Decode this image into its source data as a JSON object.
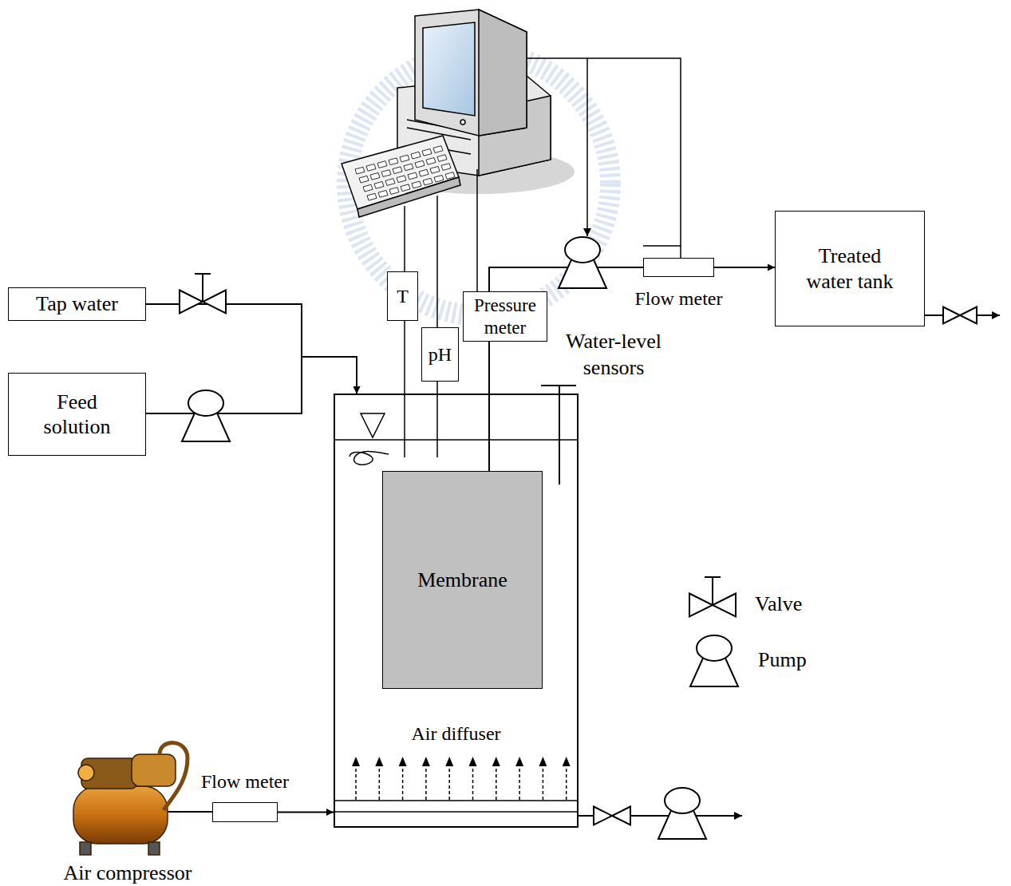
{
  "diagram": {
    "nodes": [
      {
        "text": [
          "Tap water"
        ]
      },
      {
        "text": [
          "Feed solution"
        ]
      },
      {
        "text": [
          "T"
        ]
      },
      {
        "text": [
          "pH"
        ]
      },
      {
        "text": [
          "Pressure meter"
        ]
      },
      {
        "text": [
          "Flow meter"
        ]
      },
      {
        "text": [
          "Treated water tank"
        ]
      },
      {
        "text": [
          "Air diffuser"
        ]
      },
      {
        "text": [
          "Membrane"
        ],
        "in": 7
      },
      {
        "text": [
          "Flow meter"
        ]
      }
    ],
    "edges": [
      {
        "from": 0,
        "to": 7,
        "arrow": "to"
      },
      {
        "from": 1,
        "to": 7,
        "arrow": "to"
      },
      {
        "from": 8,
        "to": 5,
        "arrow": "none"
      },
      {
        "from": 5,
        "to": 6,
        "arrow": "to"
      },
      {
        "from": 9,
        "to": 7,
        "arrow": "to"
      }
    ],
    "labels": [
      "Water-level sensors",
      "Air compressor"
    ],
    "legend": [
      {
        "text": "Valve"
      },
      {
        "text": "Pump"
      }
    ]
  }
}
